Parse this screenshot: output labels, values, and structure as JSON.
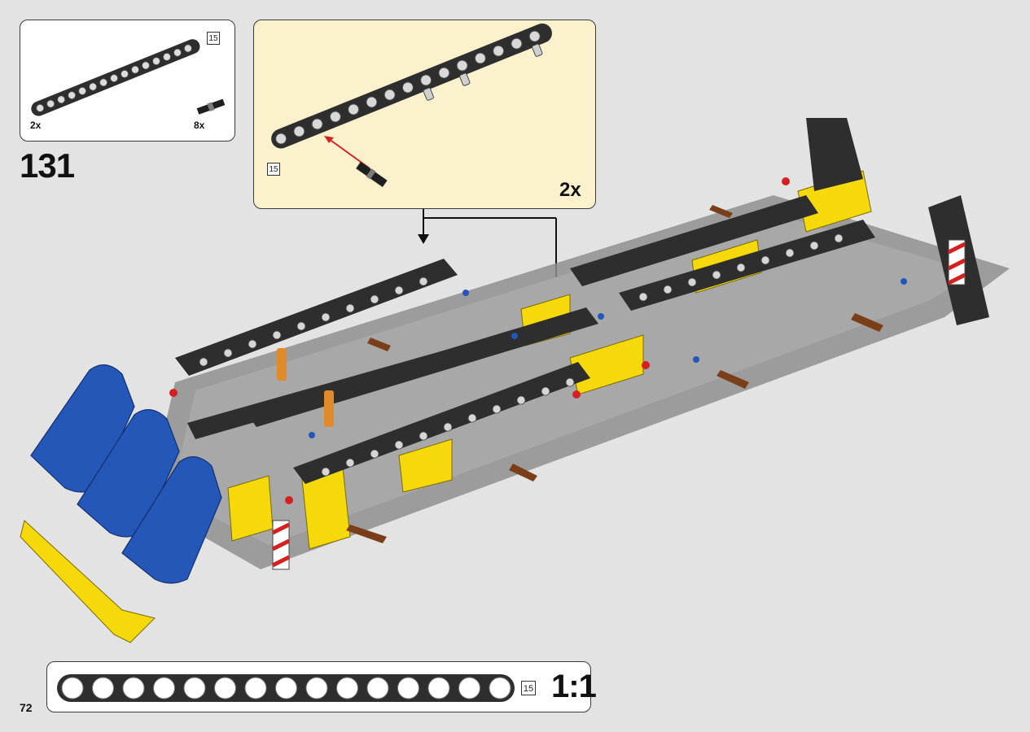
{
  "step": {
    "number": "131"
  },
  "page": {
    "number": "72"
  },
  "parts_list": {
    "items": [
      {
        "name": "beam-15",
        "quantity": "2x",
        "length_label": "15"
      },
      {
        "name": "axle-pin-connector",
        "quantity": "8x"
      }
    ]
  },
  "callout": {
    "multiplier": "2x",
    "beam_length_label": "15"
  },
  "ruler": {
    "length_label": "15",
    "scale": "1:1"
  },
  "colors": {
    "background": "#e3e3e3",
    "callout_background": "#fbf1cc",
    "beam_dark": "#2e2e2e",
    "lego_yellow": "#f5d90a",
    "lego_blue": "#2457b8",
    "arrow_red": "#d42020"
  }
}
